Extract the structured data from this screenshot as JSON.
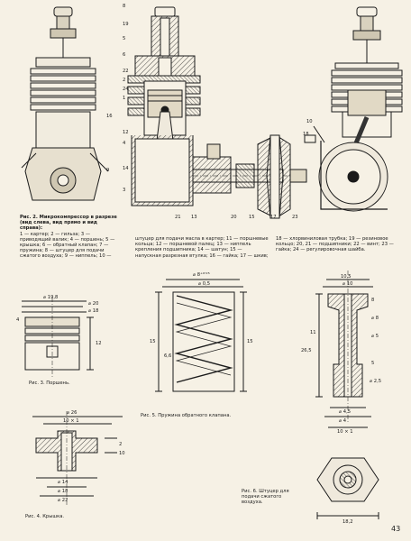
{
  "callouts_fig2": [
    "8",
    "19",
    "5",
    "6",
    "22",
    "2",
    "24",
    "1",
    "12",
    "4",
    "14",
    "3",
    "21",
    "13",
    "20",
    "15",
    "17",
    "23",
    "16",
    "10",
    "18",
    "9"
  ],
  "fig2": {
    "title": "Рис. 2. Микрокомпрессор в разрезе (вид слева, вид прямо и вид справа):",
    "legend_col1": "1 — картер; 2 — гильза; 3 — приводящий валик; 4 — поршень; 5 — крышка; 6 — обратный клапан; 7 — пружина; 8 — штуцер для подачи сжатого воздуха; 9 — ниппель; 10 —",
    "legend_col2": "штуцер для подачи масла в картер; 11 — поршневые кольца; 12 — поршневой палец; 13 — ниппель крепления подшипника; 14 — шатун; 15 — напускная разрезная втулка; 16 — гайка; 17 — шкив;",
    "legend_col3": "18 — хлорвиниловая трубка; 19 — резиновое кольцо; 20, 21 — подшипники; 22 — винт; 23 — гайка; 24 — регулировочная шайба."
  },
  "fig3": {
    "caption": "Рис. 3. Поршень.",
    "dims": [
      "⌀ 19,8",
      "⌀ 18",
      "⌀ 20",
      "12",
      "4"
    ]
  },
  "fig4": {
    "caption": "Рис. 4. Крышка.",
    "dims": [
      "⌀ 26",
      "10 × 1",
      "⌀ 14",
      "⌀ 18",
      "⌀ 22",
      "2",
      "10"
    ]
  },
  "fig5": {
    "caption": "Рис. 5. Пружина обратного клапана.",
    "dims": [
      "⌀ 8⁺⁰ʼ²⁵",
      "⌀ 0,5",
      "15",
      "15",
      "6,6"
    ]
  },
  "fig6": {
    "caption": "Рис. 6. Штуцер для подачи сжатого воздуха.",
    "dims": [
      "10,5",
      "⌀ 10",
      "⌀ 8",
      "⌀ 5",
      "⌀ 4,5",
      "⌀ 4",
      "⌀ 2,5",
      "10 × 1",
      "5",
      "8",
      "11",
      "26,5",
      "18,2"
    ]
  },
  "page_number": "43"
}
